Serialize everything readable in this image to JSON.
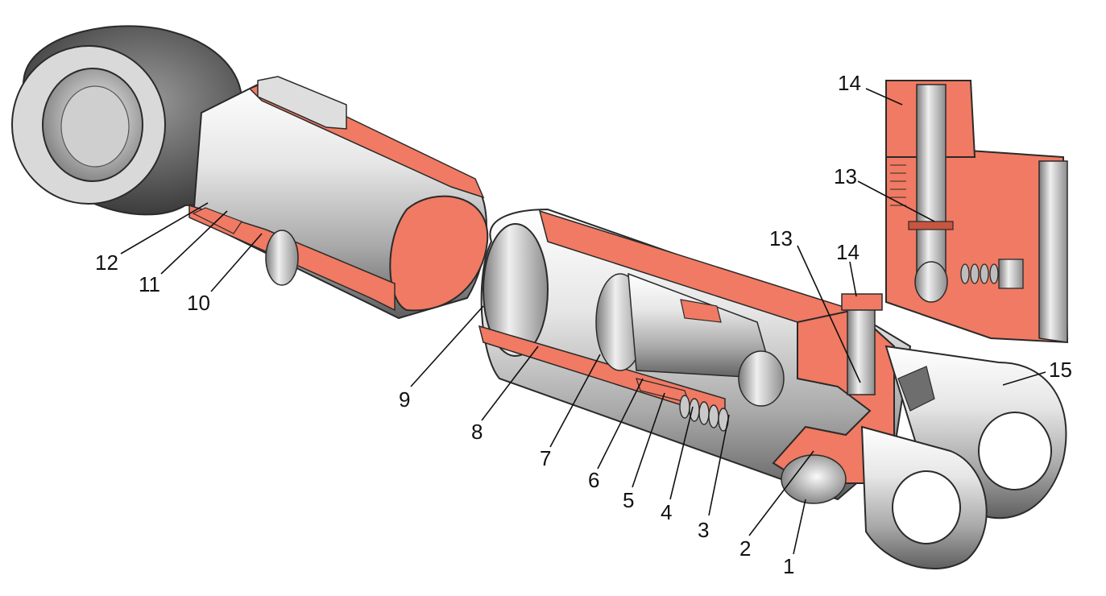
{
  "colors": {
    "section": "#f07a63",
    "section_dark": "#c8553f",
    "steel_light": "#f2f2f2",
    "steel_mid": "#b9b9b9",
    "steel_dark": "#6e6e6e",
    "outline": "#2a2a2a",
    "background": "#ffffff"
  },
  "callouts": [
    "1",
    "2",
    "3",
    "4",
    "5",
    "6",
    "7",
    "8",
    "9",
    "10",
    "11",
    "12",
    "13",
    "14",
    "13",
    "14",
    "15"
  ]
}
